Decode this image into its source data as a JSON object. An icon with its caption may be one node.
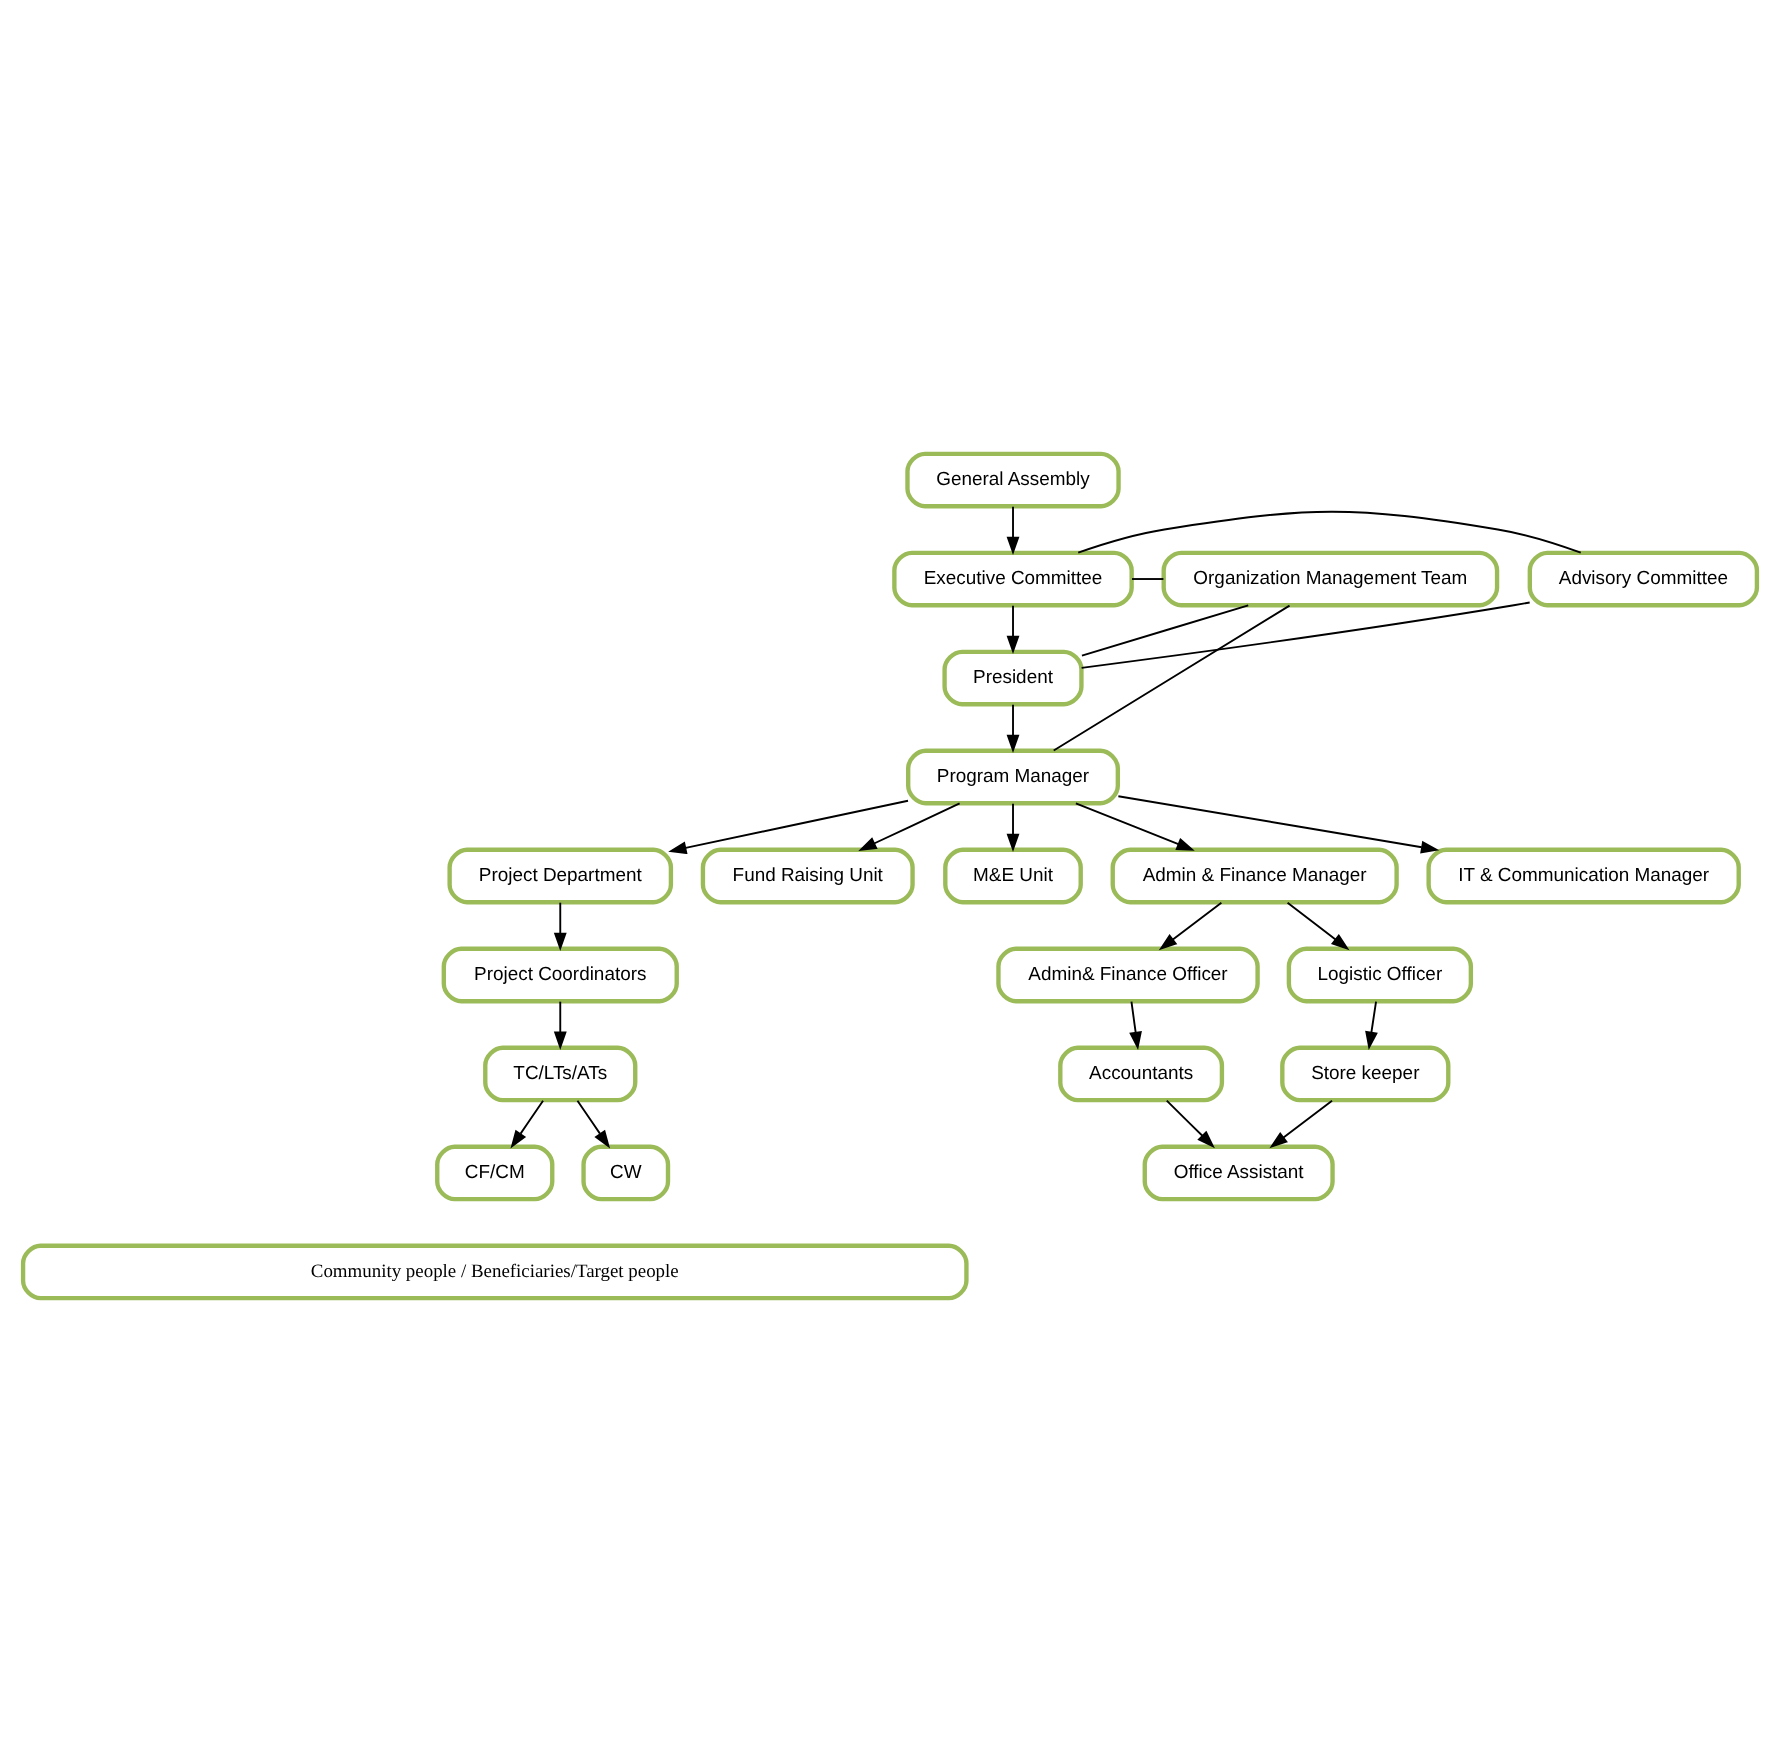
{
  "diagram": {
    "nodes": [
      {
        "text": [
          "General Assembly"
        ]
      },
      {
        "text": [
          "Executive Committee"
        ]
      },
      {
        "text": [
          "Organization Management Team"
        ]
      },
      {
        "text": [
          "Advisory Committee"
        ]
      },
      {
        "text": [
          "President"
        ]
      },
      {
        "text": [
          "Program Manager"
        ]
      },
      {
        "text": [
          "Project Department"
        ]
      },
      {
        "text": [
          "Fund Raising Unit"
        ]
      },
      {
        "text": [
          "M&E Unit"
        ]
      },
      {
        "text": [
          "Admin & Finance Manager"
        ]
      },
      {
        "text": [
          "IT & Communication Manager"
        ]
      },
      {
        "text": [
          "Project Coordinators"
        ]
      },
      {
        "text": [
          "Admin& Finance Officer"
        ]
      },
      {
        "text": [
          "Logistic Officer"
        ]
      },
      {
        "text": [
          "TC/LTs/ATs"
        ]
      },
      {
        "text": [
          "Accountants"
        ]
      },
      {
        "text": [
          "Store keeper"
        ]
      },
      {
        "text": [
          "Office Assistant"
        ]
      },
      {
        "text": [
          "CF/CM"
        ]
      },
      {
        "text": [
          "CW"
        ]
      },
      {
        "text": [
          "Community people / Beneficiaries/Target people"
        ]
      }
    ],
    "edges": [
      {
        "from": 0,
        "to": 1,
        "arrow": "to"
      },
      {
        "from": 1,
        "to": 4,
        "arrow": "to"
      },
      {
        "from": 4,
        "to": 5,
        "arrow": "to"
      },
      {
        "from": 2,
        "to": 1,
        "arrow": "none"
      },
      {
        "from": 2,
        "to": 4,
        "arrow": "none"
      },
      {
        "from": 2,
        "to": 5,
        "arrow": "none"
      },
      {
        "from": 3,
        "to": 1,
        "arrow": "none"
      },
      {
        "from": 3,
        "to": 4,
        "arrow": "none"
      },
      {
        "from": 5,
        "to": 6,
        "arrow": "to"
      },
      {
        "from": 5,
        "to": 7,
        "arrow": "to"
      },
      {
        "from": 5,
        "to": 10,
        "arrow": "to"
      },
      {
        "from": 5,
        "to": 8,
        "arrow": "to"
      },
      {
        "from": 5,
        "to": 9,
        "arrow": "to"
      },
      {
        "from": 6,
        "to": 11,
        "arrow": "to"
      },
      {
        "from": 11,
        "to": 14,
        "arrow": "to"
      },
      {
        "from": 14,
        "to": 18,
        "arrow": "to"
      },
      {
        "from": 14,
        "to": 19,
        "arrow": "to"
      },
      {
        "from": 9,
        "to": 12,
        "arrow": "to"
      },
      {
        "from": 9,
        "to": 13,
        "arrow": "to"
      },
      {
        "from": 12,
        "to": 15,
        "arrow": "to"
      },
      {
        "from": 13,
        "to": 16,
        "arrow": "to"
      },
      {
        "from": 15,
        "to": 17,
        "arrow": "to"
      },
      {
        "from": 16,
        "to": 17,
        "arrow": "to"
      }
    ]
  }
}
